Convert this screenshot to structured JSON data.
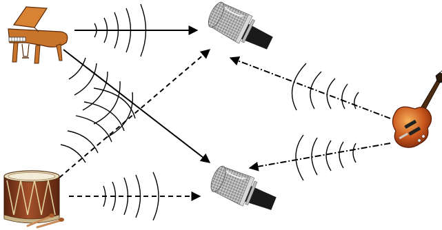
{
  "colors": {
    "background": "#ffffff",
    "line": "#000000",
    "piano_wood": "#c8742a",
    "piano_dark": "#7a3c10",
    "drum_shell": "#8a3d1c",
    "drum_hoop": "#c9b48a",
    "drum_cord": "#d8c89a",
    "guitar_body": "#c24a1a",
    "guitar_highlight": "#f0a050",
    "mic_grille": "#c8c8c8",
    "mic_dark": "#1a1a1a"
  },
  "icons": {
    "piano": "grand-piano-icon",
    "drum": "snare-drum-icon",
    "guitar": "electric-guitar-icon",
    "mic": "microphone-icon"
  },
  "diagram": {
    "nodes": [
      {
        "id": "piano",
        "icon": "grand-piano-icon",
        "role": "source"
      },
      {
        "id": "drum",
        "icon": "snare-drum-icon",
        "role": "source"
      },
      {
        "id": "guitar",
        "icon": "electric-guitar-icon",
        "role": "source"
      },
      {
        "id": "mic-top",
        "icon": "microphone-icon",
        "role": "receiver"
      },
      {
        "id": "mic-bottom",
        "icon": "microphone-icon",
        "role": "receiver"
      }
    ],
    "edges": [
      {
        "from": "piano",
        "to": "mic-top",
        "style": "solid"
      },
      {
        "from": "piano",
        "to": "mic-bottom",
        "style": "solid"
      },
      {
        "from": "drum",
        "to": "mic-top",
        "style": "dashed"
      },
      {
        "from": "drum",
        "to": "mic-bottom",
        "style": "dashed"
      },
      {
        "from": "guitar",
        "to": "mic-top",
        "style": "dash-dot"
      },
      {
        "from": "guitar",
        "to": "mic-bottom",
        "style": "dash-dot"
      }
    ]
  }
}
